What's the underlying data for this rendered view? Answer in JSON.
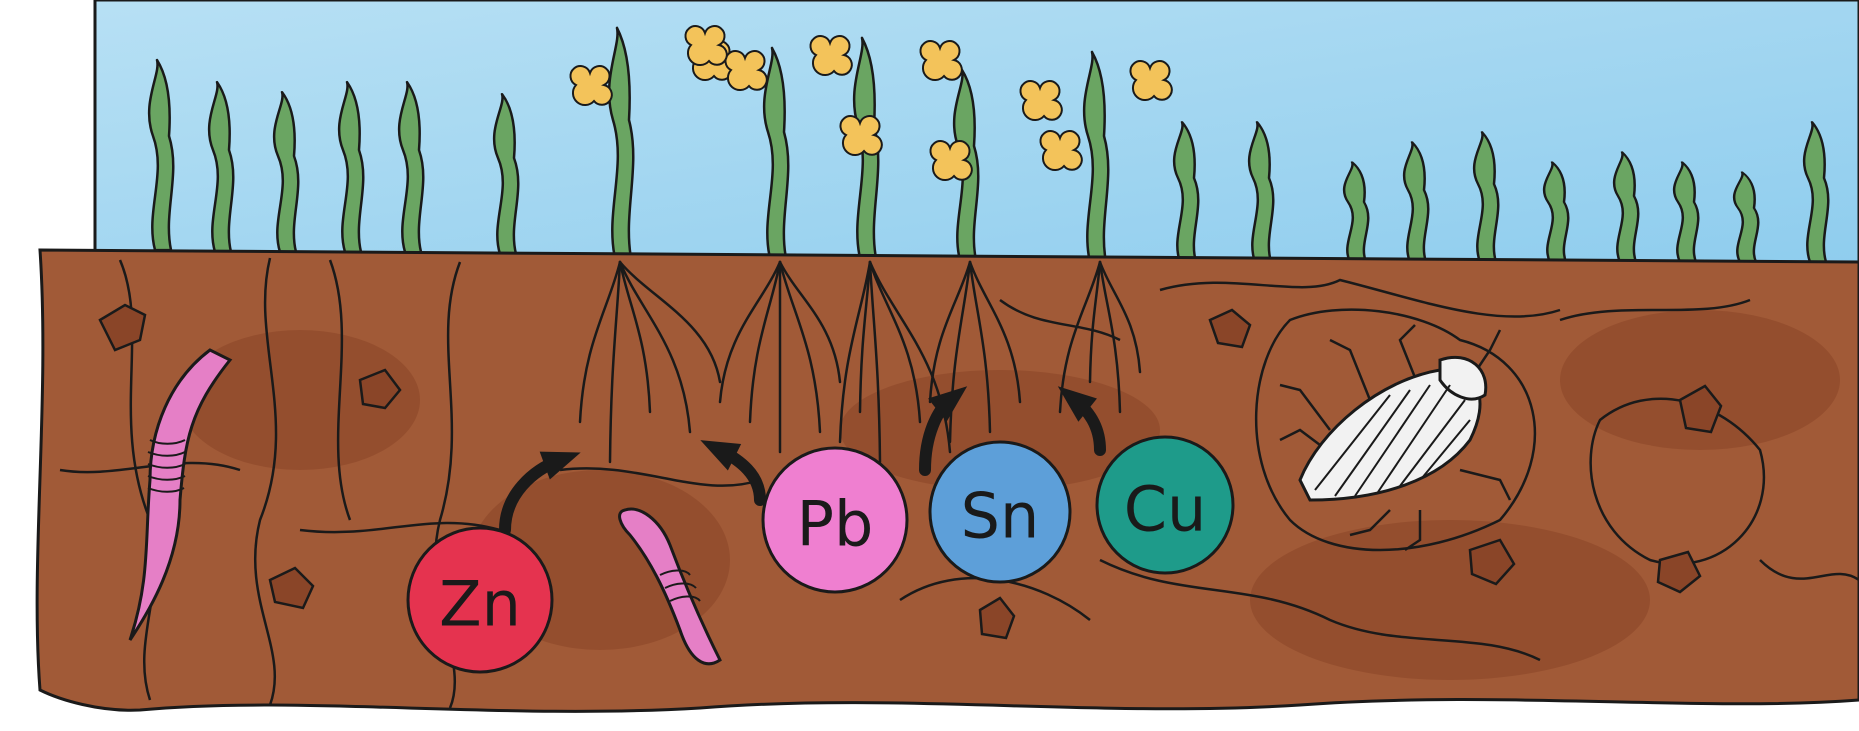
{
  "colors": {
    "sky": "#a9d9f2",
    "sky_dark": "#7cc3ea",
    "soil": "#a15a37",
    "soil_dark": "#8a4528",
    "grass": "#6aa562",
    "flower": "#f3c35a",
    "outline": "#1a1a1a",
    "worm": "#e57fc6",
    "beetle": "#f2f2f2"
  },
  "metals": [
    {
      "symbol": "Zn",
      "color": "#e5334f"
    },
    {
      "symbol": "Pb",
      "color": "#ef7fd0"
    },
    {
      "symbol": "Sn",
      "color": "#5d9fd9"
    },
    {
      "symbol": "Cu",
      "color": "#1e9b8a"
    }
  ],
  "icons": [
    "earthworm-icon",
    "beetle-icon",
    "uptake-arrow-icon",
    "flower-icon"
  ]
}
